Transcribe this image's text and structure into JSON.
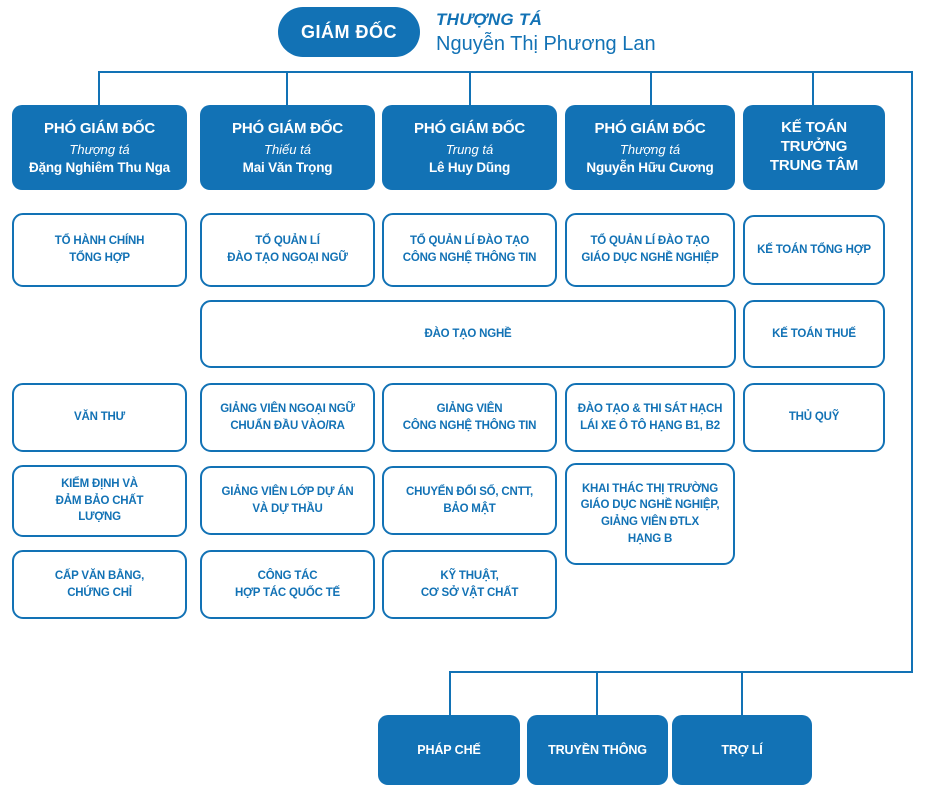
{
  "colors": {
    "primary": "#1272B5",
    "text_on_primary": "#FFFFFF"
  },
  "director": {
    "role": "GIÁM ĐỐC",
    "rank": "THƯỢNG TÁ",
    "name": "Nguyễn Thị Phương Lan"
  },
  "deputies": [
    {
      "title": "PHÓ GIÁM ĐỐC",
      "rank": "Thượng tá",
      "name": "Đặng Nghiêm Thu Nga"
    },
    {
      "title": "PHÓ GIÁM ĐỐC",
      "rank": "Thiếu tá",
      "name": "Mai Văn Trọng"
    },
    {
      "title": "PHÓ GIÁM ĐỐC",
      "rank": "Trung tá",
      "name": "Lê Huy Dũng"
    },
    {
      "title": "PHÓ GIÁM ĐỐC",
      "rank": "Thượng tá",
      "name": "Nguyễn Hữu Cương"
    }
  ],
  "chief_accountant": {
    "title": "KẾ TOÁN TRƯỞNG\nTRUNG TÂM"
  },
  "units": {
    "admin": [
      "TỔ HÀNH CHÍNH\nTỔNG HỢP",
      "VĂN THƯ",
      "KIỂM ĐỊNH VÀ\nĐẢM BẢO CHẤT\nLƯỢNG",
      "CẤP VĂN BẰNG,\nCHỨNG CHỈ"
    ],
    "language": [
      "TỔ QUẢN LÍ\nĐÀO TẠO NGOẠI NGỮ",
      "GIẢNG VIÊN NGOẠI NGỮ\nCHUẨN ĐẦU VÀO/RA",
      "GIẢNG VIÊN LỚP DỰ ÁN\nVÀ DỰ THẦU",
      "CÔNG TÁC\nHỢP TÁC QUỐC TẾ"
    ],
    "it": [
      "TỔ QUẢN LÍ ĐÀO TẠO\nCÔNG NGHỆ THÔNG TIN",
      "GIẢNG VIÊN\nCÔNG NGHỆ THÔNG TIN",
      "CHUYỂN ĐỔI SỐ, CNTT,\nBẢO MẬT",
      "KỸ THUẬT,\nCƠ SỞ VẬT CHẤT"
    ],
    "vocational": [
      "TỔ QUẢN LÍ ĐÀO TẠO\nGIÁO DỤC NGHỀ NGHIỆP",
      "ĐÀO TẠO & THI SÁT HẠCH\nLÁI XE Ô TÔ HẠNG B1, B2",
      "KHAI THÁC THỊ TRƯỜNG\nGIÁO DỤC NGHỀ NGHIỆP,\nGIẢNG VIÊN ĐTLX\nHẠNG B"
    ],
    "accounting": [
      "KẾ TOÁN TỔNG HỢP",
      "KẾ TOÁN THUẾ",
      "THỦ QUỸ"
    ],
    "vocational_training_span": "ĐÀO TẠO NGHỀ"
  },
  "bottom_units": [
    {
      "label": "PHÁP CHẾ"
    },
    {
      "label": "TRUYỀN THÔNG"
    },
    {
      "label": "TRỢ LÍ"
    }
  ]
}
